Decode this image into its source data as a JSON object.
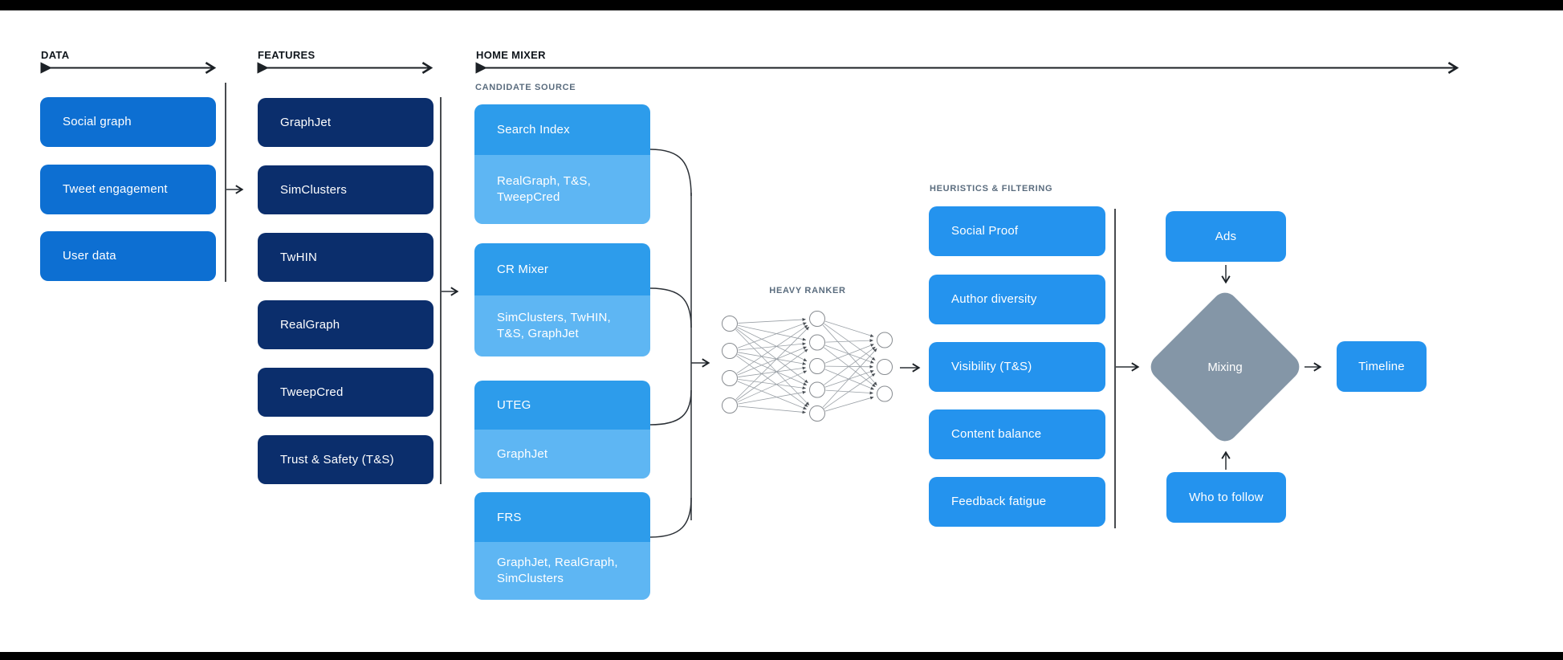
{
  "meta": {
    "description": "Architecture flow diagram of a home timeline recommendation pipeline",
    "background": "#ffffff",
    "top_bar_color": "#000000",
    "bottom_bar_color": "#000000"
  },
  "colors": {
    "data_box": "#0d6fd2",
    "feature_box": "#0b2e6c",
    "candidate_header": "#2d9ceb",
    "candidate_body": "#5eb6f3",
    "filter_and_output_box": "#2493ee",
    "mixing_diamond": "#8496a7",
    "header_text": "#10161c",
    "sub_label_text": "#5a6c7e",
    "box_text": "#ffffff",
    "wire": "#2b3036"
  },
  "sections": {
    "data": {
      "label": "DATA",
      "items": [
        "Social graph",
        "Tweet engagement",
        "User data"
      ]
    },
    "features": {
      "label": "FEATURES",
      "items": [
        "GraphJet",
        "SimClusters",
        "TwHIN",
        "RealGraph",
        "TweepCred",
        "Trust & Safety (T&S)"
      ]
    },
    "home_mixer": {
      "label": "HOME MIXER",
      "candidate_source": {
        "label": "CANDIDATE SOURCE",
        "items": [
          {
            "name": "Search Index",
            "uses": "RealGraph, T&S,\nTweepCred"
          },
          {
            "name": "CR Mixer",
            "uses": "SimClusters, TwHIN,\nT&S, GraphJet"
          },
          {
            "name": "UTEG",
            "uses": "GraphJet"
          },
          {
            "name": "FRS",
            "uses": "GraphJet, RealGraph,\nSimClusters"
          }
        ]
      },
      "heavy_ranker": {
        "label": "HEAVY RANKER",
        "layers": [
          4,
          5,
          3
        ]
      },
      "heuristics": {
        "label": "HEURISTICS & FILTERING",
        "items": [
          "Social Proof",
          "Author diversity",
          "Visibility (T&S)",
          "Content balance",
          "Feedback fatigue"
        ]
      },
      "mixing": {
        "ads": "Ads",
        "diamond": "Mixing",
        "who_to_follow": "Who to follow",
        "timeline": "Timeline"
      }
    }
  }
}
